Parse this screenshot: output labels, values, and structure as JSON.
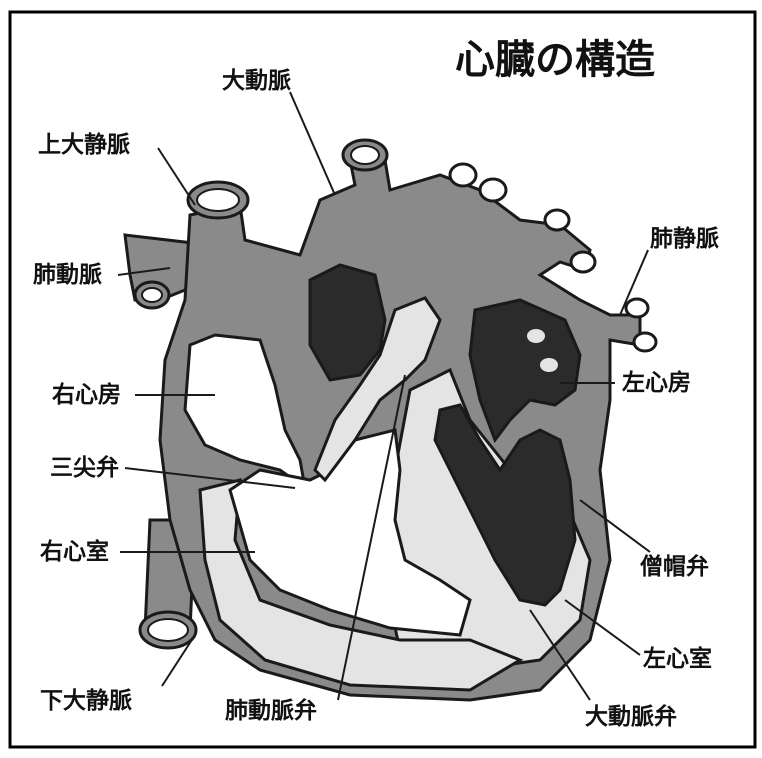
{
  "title": "心臓の構造",
  "labels": {
    "aorta": "大動脈",
    "superior_vena_cava": "上大静脈",
    "pulmonary_artery": "肺動脈",
    "pulmonary_vein": "肺静脈",
    "right_atrium": "右心房",
    "left_atrium": "左心房",
    "tricuspid_valve": "三尖弁",
    "mitral_valve": "僧帽弁",
    "right_ventricle": "右心室",
    "left_ventricle": "左心室",
    "inferior_vena_cava": "下大静脈",
    "pulmonary_valve": "肺動脈弁",
    "aortic_valve": "大動脈弁"
  },
  "colors": {
    "muscle": "#8a8a8a",
    "dark_chamber": "#2b2b2b",
    "light_chamber": "#e4e4e4",
    "outline": "#1a1a1a",
    "frame": "#000000"
  }
}
